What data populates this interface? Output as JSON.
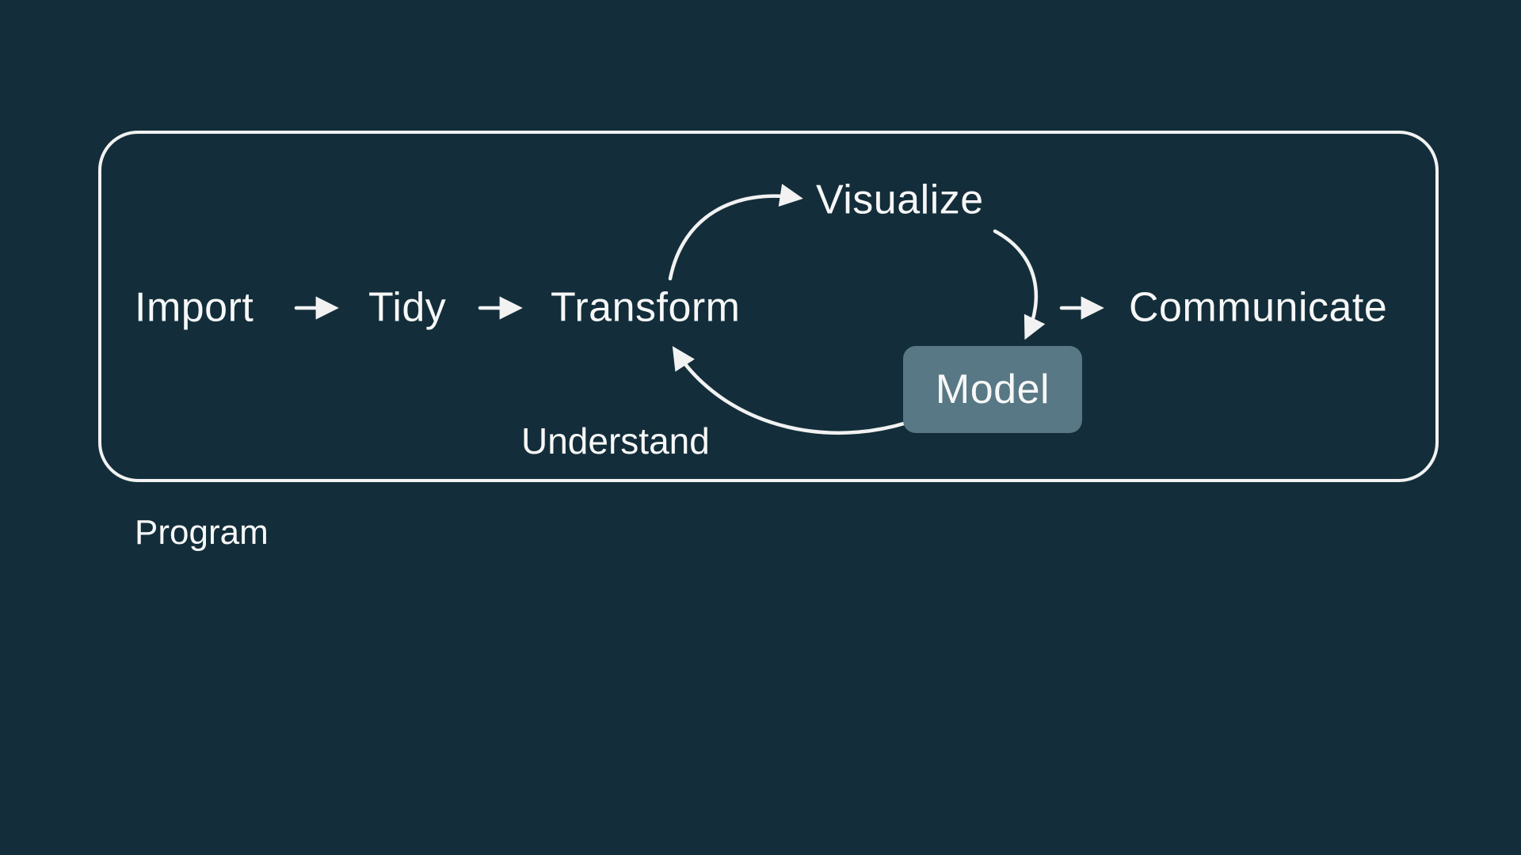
{
  "diagram": {
    "program_label": "Program",
    "understand_label": "Understand",
    "nodes": [
      {
        "id": "import",
        "label": "Import"
      },
      {
        "id": "tidy",
        "label": "Tidy"
      },
      {
        "id": "transform",
        "label": "Transform"
      },
      {
        "id": "visualize",
        "label": "Visualize"
      },
      {
        "id": "model",
        "label": "Model"
      },
      {
        "id": "communicate",
        "label": "Communicate"
      }
    ],
    "edges": [
      {
        "from": "import",
        "to": "tidy",
        "style": "straight"
      },
      {
        "from": "tidy",
        "to": "transform",
        "style": "straight"
      },
      {
        "from": "transform",
        "to": "visualize",
        "style": "curved"
      },
      {
        "from": "visualize",
        "to": "model",
        "style": "curved"
      },
      {
        "from": "model",
        "to": "transform",
        "style": "curved"
      },
      {
        "from": "model",
        "to": "communicate",
        "style": "straight"
      }
    ],
    "colors": {
      "background": "#132e3a",
      "text": "#f7f7f7",
      "program_border": "#f2f2f2",
      "model_fill": "#587885",
      "arrow": "#f2f2f2"
    }
  }
}
